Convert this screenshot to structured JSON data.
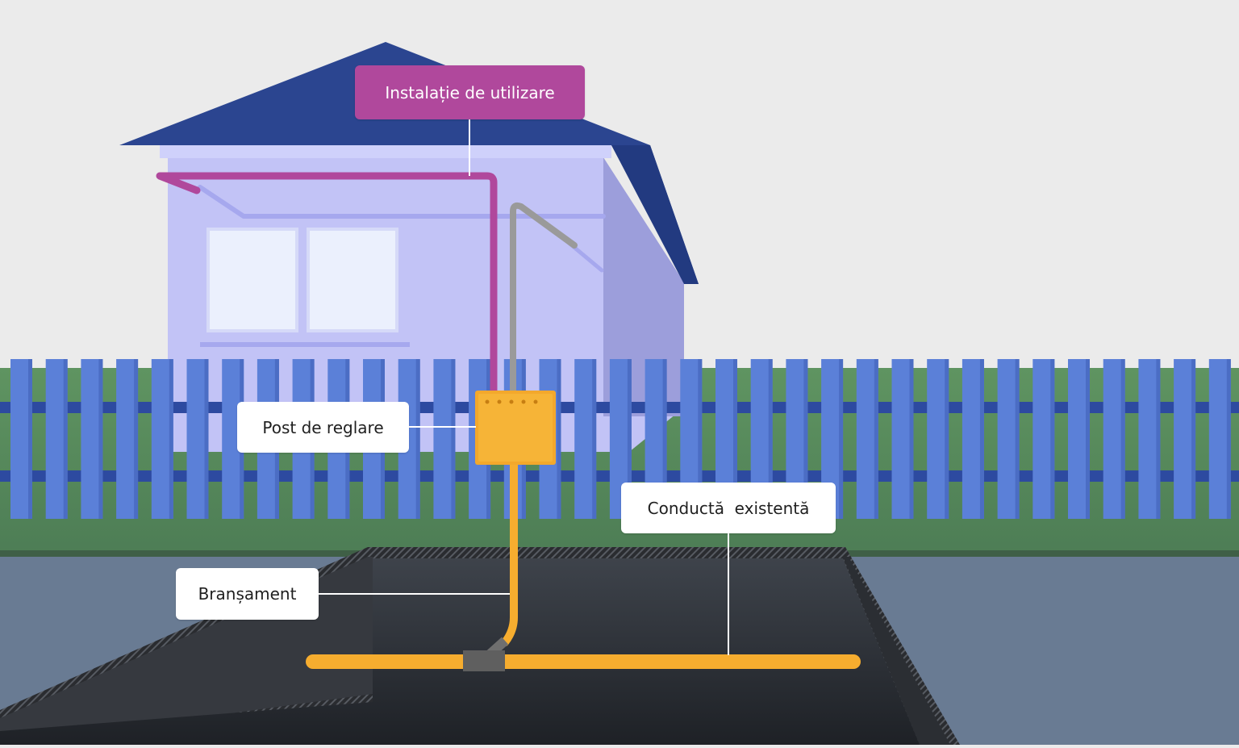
{
  "labels": {
    "instalatie": "Instalație de utilizare",
    "post": "Post de reglare",
    "bransament": "Branșament",
    "conducta": "Conductă  existentă"
  },
  "colors": {
    "sky": "#ebebeb",
    "roof": "#2b4590",
    "house_wall": "#c2c3f6",
    "house_side": "#9c9edb",
    "fence": "#5b80d8",
    "fence_rail": "#2d4aa0",
    "grass": "#5a8c5e",
    "ground": "#697b93",
    "trench": "#2e3238",
    "gas_pipe": "#f6ad2f",
    "inner_pipe": "#b0489c",
    "vent_pipe": "#9a9a9a",
    "accent_label": "#b0489c"
  }
}
